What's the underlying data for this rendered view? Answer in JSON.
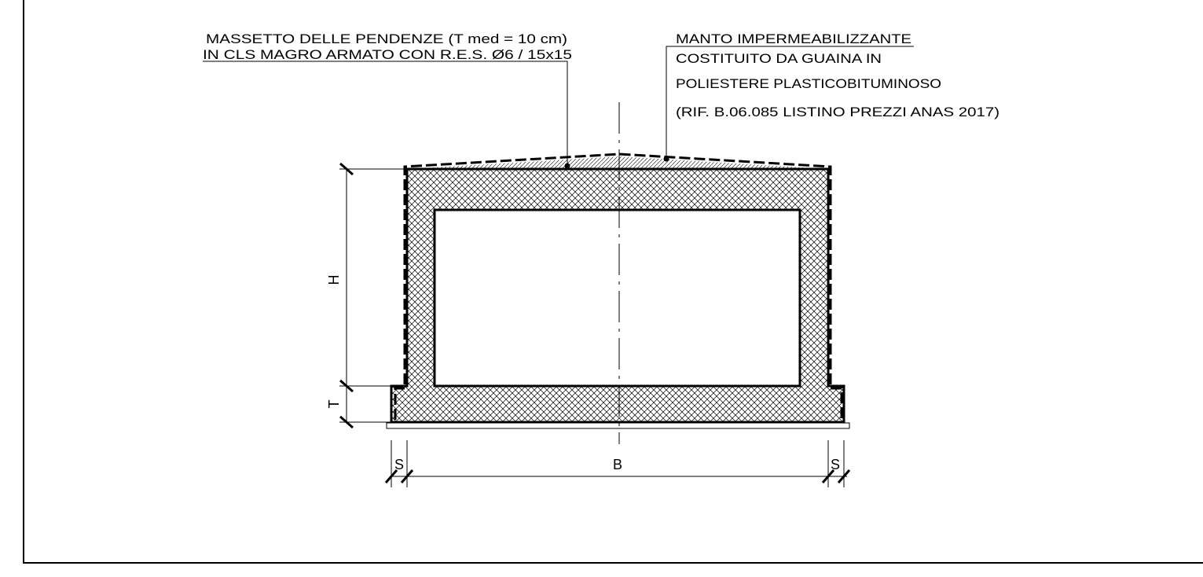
{
  "notes": {
    "screed": {
      "line1": "MASSETTO DELLE PENDENZE (T med = 10 cm)",
      "line2": "IN CLS MAGRO ARMATO CON R.E.S. Ø6 / 15x15"
    },
    "membrane": {
      "line1": "MANTO IMPERMEABILIZZANTE",
      "line2": "COSTITUITO DA GUAINA IN",
      "line3": "POLIESTERE PLASTICOBITUMINOSO",
      "line4": "(RIF. B.06.085 LISTINO PREZZI ANAS 2017)"
    }
  },
  "dimensions": {
    "height_label": "H",
    "thickness_label": "T",
    "width_label": "B",
    "step_left_label": "S",
    "step_right_label": "S"
  },
  "colors": {
    "line": "#000000",
    "hatch": "#000000"
  }
}
